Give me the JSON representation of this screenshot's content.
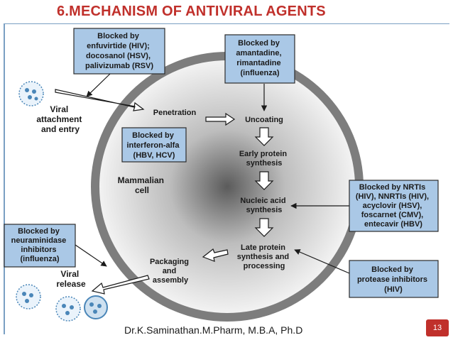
{
  "title": "6.MECHANISM OF ANTIVIRAL AGENTS",
  "cell_label": [
    "Mammalian",
    "cell"
  ],
  "steps": {
    "attachment": [
      "Viral",
      "attachment",
      "and entry"
    ],
    "penetration": [
      "Penetration"
    ],
    "uncoating": [
      "Uncoating"
    ],
    "early_protein": [
      "Early protein",
      "synthesis"
    ],
    "nucleic_acid": [
      "Nucleic acid",
      "synthesis"
    ],
    "late_protein": [
      "Late protein",
      "synthesis and",
      "processing"
    ],
    "packaging": [
      "Packaging",
      "and",
      "assembly"
    ],
    "release": [
      "Viral",
      "release"
    ]
  },
  "boxes": {
    "entry_inhibitors": [
      "Blocked by",
      "enfuvirtide (HIV);",
      "docosanol (HSV),",
      "palivizumab (RSV)"
    ],
    "uncoating_inhibitors": [
      "Blocked by",
      "amantadine,",
      "rimantadine",
      "(influenza)"
    ],
    "interferon": [
      "Blocked by",
      "interferon-alfa",
      "(HBV, HCV)"
    ],
    "nucleic_acid_inhibitors": [
      "Blocked by NRTIs",
      "(HIV), NNRTIs (HIV),",
      "acyclovir (HSV),",
      "foscarnet (CMV),",
      "entecavir (HBV)"
    ],
    "neuraminidase": [
      "Blocked by",
      "neuraminidase",
      "inhibitors",
      "(influenza)"
    ],
    "protease": [
      "Blocked by",
      "protease inhibitors",
      "(HIV)"
    ]
  },
  "footer": {
    "author": "Dr.K.Saminathan.M.Pharm, M.B.A, Ph.D",
    "page_number": "13"
  },
  "colors": {
    "title": "#c0302b",
    "box_fill": "#aac8e6",
    "box_border": "#2b2b2b",
    "virion": "#4a86b8",
    "border_line": "#7a9fc3"
  }
}
